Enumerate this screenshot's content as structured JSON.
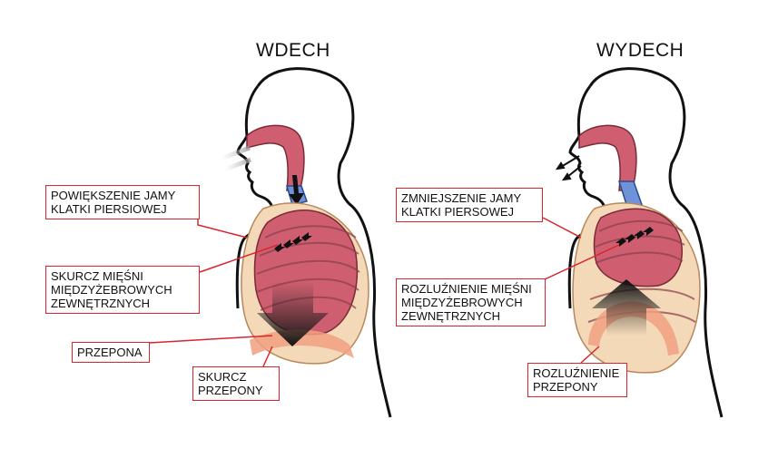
{
  "inhale": {
    "title": "WDECH",
    "labels": {
      "chest_expansion": "POWIĘKSZENIE JAMY\nKLATKI PIERSIOWEJ",
      "muscle_contraction": "SKURCZ MIĘŚNI\nMIĘDZYŻEBROWYCH\nZEWNĘTRZNYCH",
      "diaphragm": "PRZEPONA",
      "diaphragm_contraction": "SKURCZ\nPRZEPONY"
    }
  },
  "exhale": {
    "title": "WYDECH",
    "labels": {
      "chest_reduction": "ZMNIEJSZENIE JAMY\nKLATKI PIERSOWEJ",
      "muscle_relaxation": "ROZLUŹNIENIE MIĘŚNI\nMIĘDZYŻEBROWYCH\nZEWNĘTRZNYCH",
      "diaphragm_relaxation": "ROZLUŹNIENIE\nPRZEPONY"
    }
  },
  "colors": {
    "label_border": "#d9262e",
    "lung": "#cf5f70",
    "airway": "#6f93d8",
    "bone": "#f3d9b8",
    "diaphragm": "#f0a080",
    "outline": "#111111"
  }
}
